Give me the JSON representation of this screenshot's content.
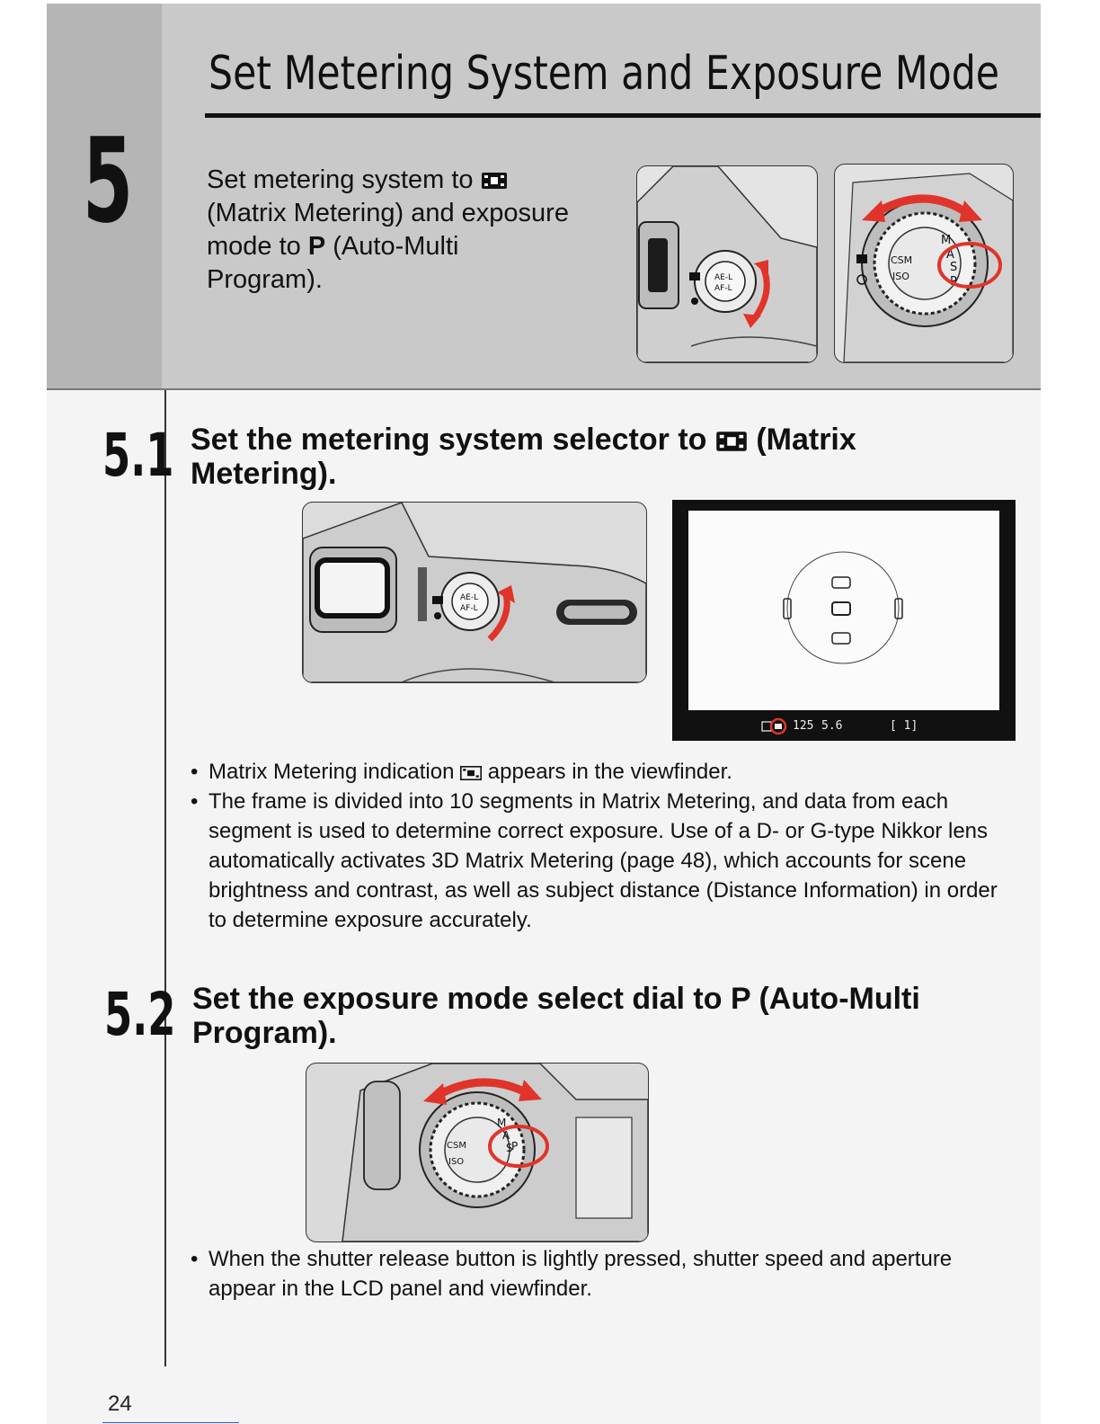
{
  "chapter": {
    "number": "5"
  },
  "page_title": "Set Metering System and Exposure Mode",
  "intro": {
    "line1_pre": "Set metering system to",
    "line2": "(Matrix Metering) and exposure",
    "line3_pre": "mode to",
    "line3_bold": "P",
    "line3_post": "(Auto-Multi",
    "line4": "Program)."
  },
  "step_5_1": {
    "number": "5.1",
    "heading_pre": "Set the metering system selector to",
    "heading_post": "(Matrix",
    "heading_line2": "Metering).",
    "bullets": {
      "b1_pre": "Matrix Metering indication",
      "b1_post": "appears in the viewfinder.",
      "b2": "The frame is divided into 10 segments in Matrix Metering, and data from each segment is used to determine correct exposure. Use of a D- or G-type Nikkor lens automatically activates 3D Matrix Metering (page 48), which accounts for scene brightness and contrast, as well as subject distance (Distance Information) in order to determine exposure accurately."
    },
    "viewfinder_readout": {
      "shutter": "125",
      "aperture": "5.6",
      "frame_count": "[ 1]"
    }
  },
  "step_5_2": {
    "number": "5.2",
    "heading_line1": "Set the exposure mode select dial to P (Auto-Multi",
    "heading_line2": "Program).",
    "bullets": {
      "b1": "When the shutter release button is lightly pressed, shutter speed and aperture appear in the LCD panel and viewfinder."
    }
  },
  "dial_labels": {
    "afl": "AE-L",
    "afl2": "AF-L",
    "p": "P",
    "s": "S",
    "a": "A",
    "m": "M",
    "csm": "CSM",
    "iso": "ISO"
  },
  "page_number": "24",
  "colors": {
    "accent_red": "#e0342a",
    "band_gray": "#c9c9c9",
    "strip_gray": "#b5b5b5"
  },
  "icons": [
    "matrix-metering-icon",
    "rotate-arrow-icon",
    "highlight-circle-icon"
  ]
}
